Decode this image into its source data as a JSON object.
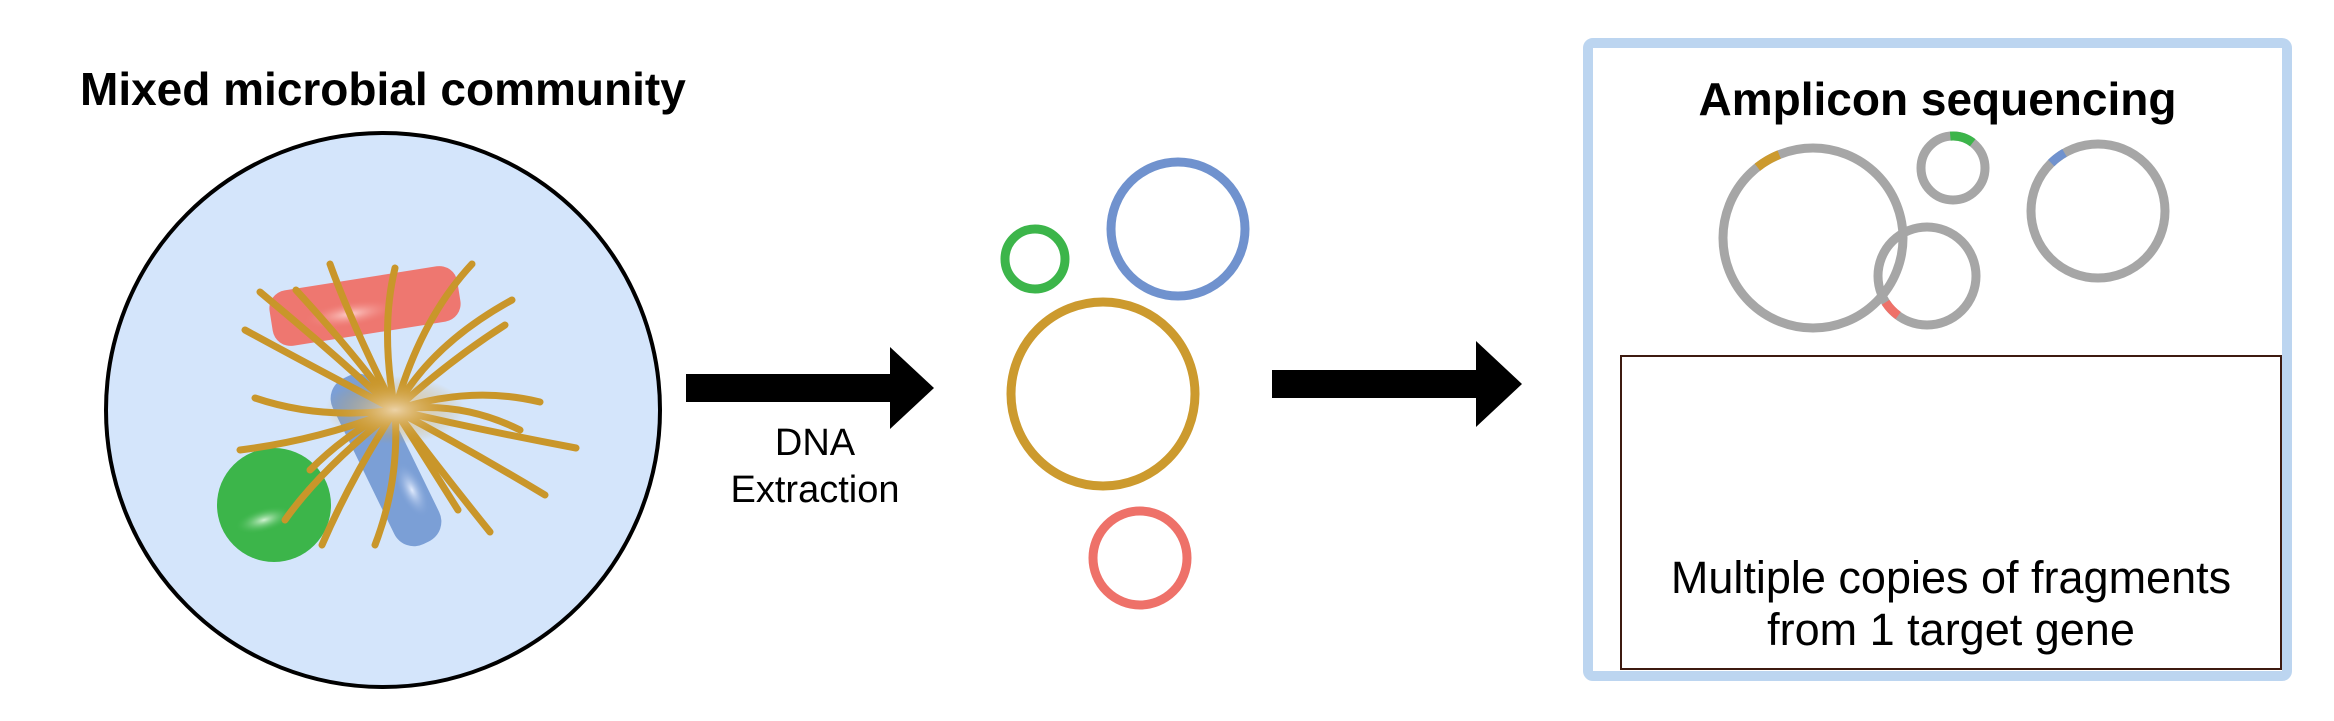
{
  "community": {
    "title": "Mixed microbial community"
  },
  "extraction_arrow": {
    "label_line1": "DNA",
    "label_line2": "Extraction"
  },
  "amplicon_panel": {
    "title": "Amplicon sequencing",
    "caption_line1": "Multiple copies of fragments",
    "caption_line2": "from 1 target gene"
  },
  "colors": {
    "background": "#ffffff",
    "cell_fill": "#d4e5fb",
    "cell_outline": "#000000",
    "rod_red": "#ee7770",
    "rod_blue": "#7b9fd6",
    "coccus_green": "#3cb54a",
    "filament_gold": "#c9962a",
    "dna_green": "#3cb54a",
    "dna_blue": "#7092ce",
    "dna_gold": "#cc9a2e",
    "dna_red": "#ee7169",
    "amplicon_grey": "#a6a6a6",
    "panel_border": "#bcd5f0",
    "reads_border": "#3d1a10",
    "arrow": "#000000"
  }
}
